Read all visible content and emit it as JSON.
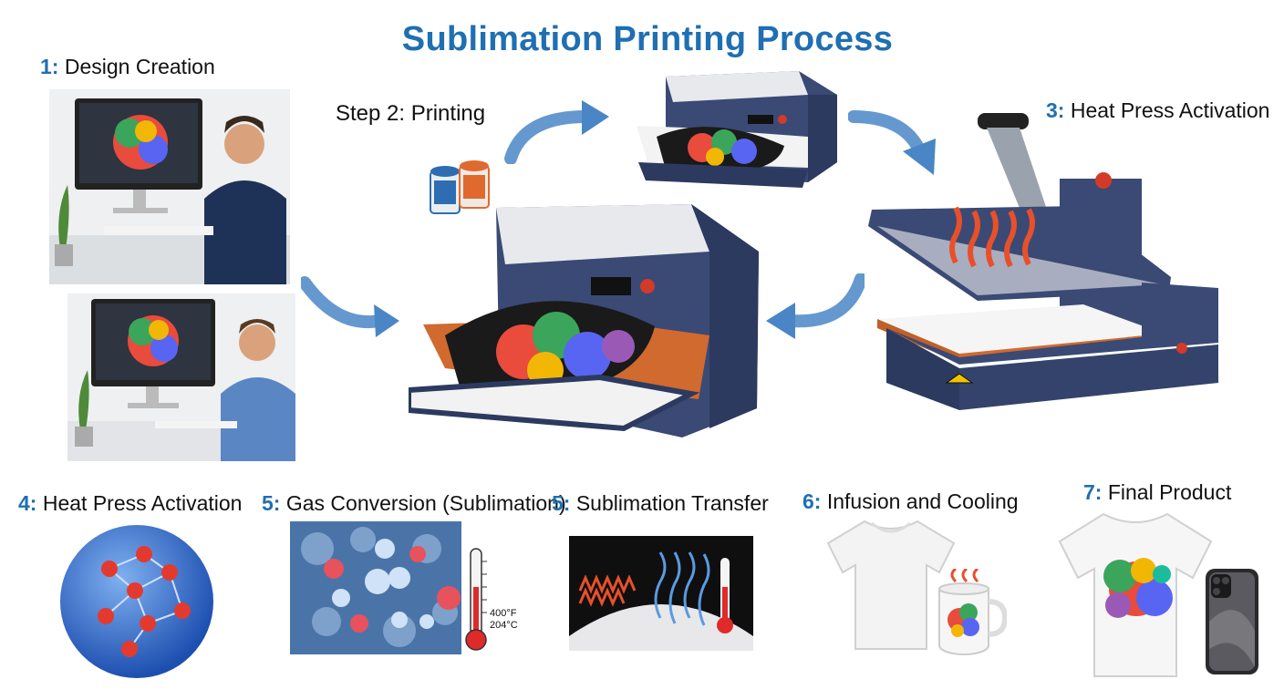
{
  "title": "Sublimation Printing Process",
  "colors": {
    "accent": "#1f6fb2",
    "machine": "#3a4a75",
    "heat": "#e8502a",
    "arrow": "#4a86c5"
  },
  "steps": [
    {
      "num": "1:",
      "label": "Design Creation"
    },
    {
      "num": "",
      "label": "Step 2: Printing"
    },
    {
      "num": "3:",
      "label": "Heat Press Activation"
    },
    {
      "num": "4:",
      "label": "Heat Press Activation"
    },
    {
      "num": "5:",
      "label": "Gas Conversion (Sublimation)"
    },
    {
      "num": "5:",
      "label": "Sublimation Transfer"
    },
    {
      "num": "6:",
      "label": "Infusion and Cooling"
    },
    {
      "num": "7:",
      "label": "Final Product"
    }
  ],
  "thermometer": {
    "f": "400°F",
    "c": "204°C"
  },
  "icons": [
    "computer-icon",
    "printer-icon",
    "ink-cartridge-icon",
    "heat-press-icon",
    "molecule-icon",
    "thermometer-icon",
    "t-shirt-icon",
    "mug-icon",
    "phone-icon"
  ]
}
